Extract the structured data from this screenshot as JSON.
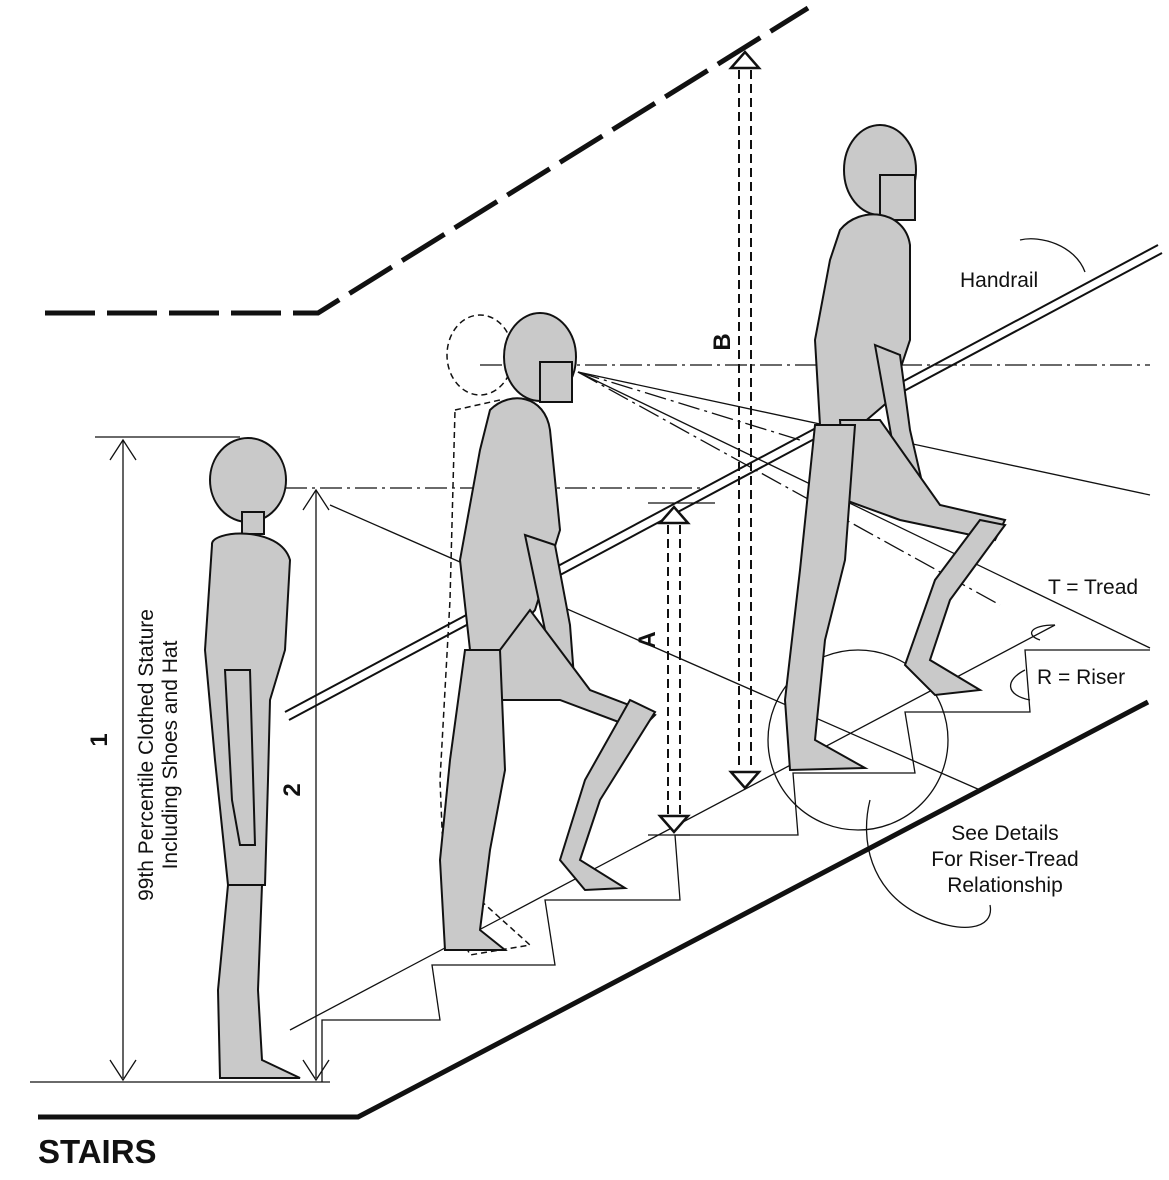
{
  "title": "STAIRS",
  "labels": {
    "handrail": "Handrail",
    "tread": "T = Tread",
    "riser": "R = Riser",
    "details_1": "See Details",
    "details_2": "For Riser-Tread",
    "details_3": "Relationship",
    "stature_1": "99th Percentile Clothed Stature",
    "stature_2": "Including Shoes and Hat",
    "dim_1": "1",
    "dim_2": "2",
    "dim_a": "A",
    "dim_b": "B"
  }
}
